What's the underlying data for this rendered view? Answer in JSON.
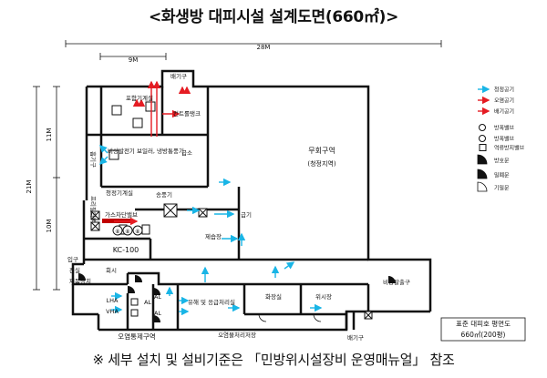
{
  "title": "<화생방 대피시설 설계도면(660㎡)>",
  "note": "※ 세부 설치 및 설비기준은 「민방위시설장비 운영매뉴얼」 참조",
  "dimensions": {
    "total_width": "28M",
    "inner_width": "9M",
    "height_total": "21M",
    "height_upper": "11M",
    "height_lower": "10M"
  },
  "rooms": {
    "exhaust_top": "배기구",
    "filter_machine": "포함기계실",
    "control_tank": "컨트롤탱크",
    "exhaust_side": "흡기구",
    "generator": "비상발전기\n보일러,\n냉방통풍기",
    "toilet_upper": "급소",
    "main_area": "무회구역",
    "main_area_sub": "(청정지역)",
    "machine_room": "청정기계실",
    "filter_wall": "프리필터벽",
    "gas_valve": "가스차단밸브",
    "blower": "송풍기",
    "intake": "급기",
    "decon": "제습장",
    "valves": [
      "⑧",
      "⑧",
      "⑧"
    ],
    "kc": "KC-100",
    "entrance": "입구",
    "anteroom": "전실",
    "decon_shower": "제독장치",
    "hatch": "회시",
    "lha": "LHA",
    "vha": "VHA",
    "al1": "AL",
    "al2": "AL",
    "al3": "AL",
    "sink_room": "유해 및\n응급처리실",
    "contaminated": "오염통제구역",
    "toilet_lower": "화장실",
    "shower": "위시장",
    "storage": "오염물처리저장",
    "emergency_exit": "비상탈출구",
    "exhaust_bottom": "배기구",
    "plan_label_1": "표준 대피호 평면도",
    "plan_label_2": "660㎡(200평)"
  },
  "legend": [
    {
      "label": "청정공기",
      "symbol": "arrow",
      "color": "#19b5e6"
    },
    {
      "label": "오염공기",
      "symbol": "arrow",
      "color": "#e51c23"
    },
    {
      "label": "배기공기",
      "symbol": "arrow",
      "color": "#e51c23"
    },
    {
      "label": "방폭밸브",
      "symbol": "circle",
      "color": "#111111"
    },
    {
      "label": "방폭밸브",
      "symbol": "circle",
      "color": "#111111"
    },
    {
      "label": "역류방지밸브",
      "symbol": "square",
      "color": "#111111"
    },
    {
      "label": "방호문",
      "symbol": "door-dark",
      "color": "#111111"
    },
    {
      "label": "밀폐문",
      "symbol": "door-dark",
      "color": "#111111"
    },
    {
      "label": "기밀문",
      "symbol": "door-light",
      "color": "#111111"
    }
  ],
  "colors": {
    "clean_air": "#19b5e6",
    "contaminated_air": "#e51c23",
    "wall": "#111111",
    "filter_band": "#c00000"
  }
}
